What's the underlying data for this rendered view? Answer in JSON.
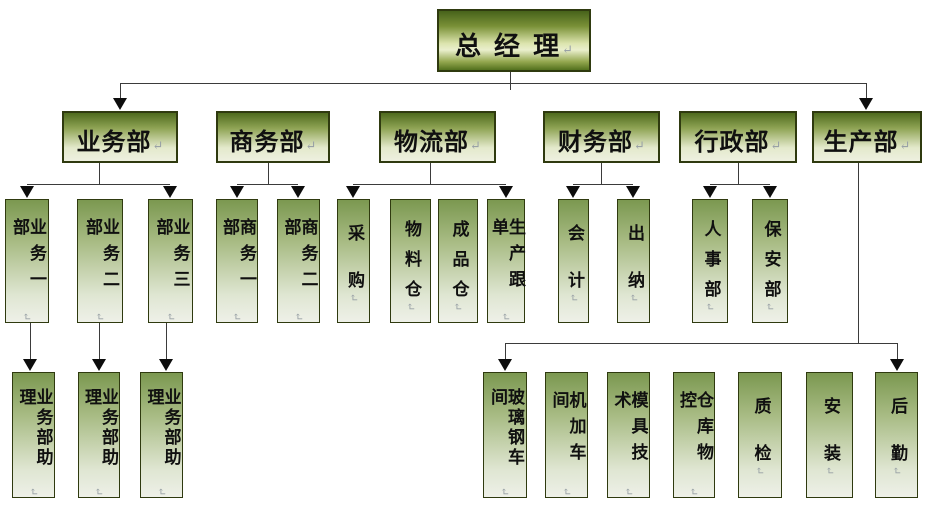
{
  "org": {
    "root": {
      "name": "总 经 理"
    },
    "departments": [
      {
        "name": "业务部",
        "children": [
          {
            "name": "业务一部",
            "children": [
              {
                "name": "业务部助理"
              }
            ]
          },
          {
            "name": "业务二部",
            "children": [
              {
                "name": "业务部助理"
              }
            ]
          },
          {
            "name": "业务三部",
            "children": [
              {
                "name": "业务部助理"
              }
            ]
          }
        ]
      },
      {
        "name": "商务部",
        "children": [
          {
            "name": "商务一部"
          },
          {
            "name": "商务二部"
          }
        ]
      },
      {
        "name": "物流部",
        "children": [
          {
            "name": "采购"
          },
          {
            "name": "物料仓"
          },
          {
            "name": "成品仓"
          },
          {
            "name": "生产跟单"
          }
        ]
      },
      {
        "name": "财务部",
        "children": [
          {
            "name": "会计"
          },
          {
            "name": "出纳"
          }
        ]
      },
      {
        "name": "行政部",
        "children": [
          {
            "name": "人事部"
          },
          {
            "name": "保安部"
          }
        ]
      },
      {
        "name": "生产部",
        "children": [
          {
            "name": "玻璃钢车间"
          },
          {
            "name": "机加车间"
          },
          {
            "name": "模具技术"
          },
          {
            "name": "仓库物控"
          },
          {
            "name": "质检"
          },
          {
            "name": "安装"
          },
          {
            "name": "后勤"
          }
        ]
      }
    ]
  },
  "marks": {
    "return_h": "↵",
    "return_v": "↵"
  },
  "colors": {
    "box_border": "#2f3a0f",
    "box_gradient_dark": "#4e6a1d",
    "box_gradient_light": "#eef0e0",
    "vbox_gradient_top": "#7b9850",
    "vbox_gradient_bottom": "#eef0e8",
    "connector_line": "#3b3b3b",
    "arrow": "#0d0d0d",
    "return_mark": "#99a1a6",
    "background": "#ffffff"
  }
}
